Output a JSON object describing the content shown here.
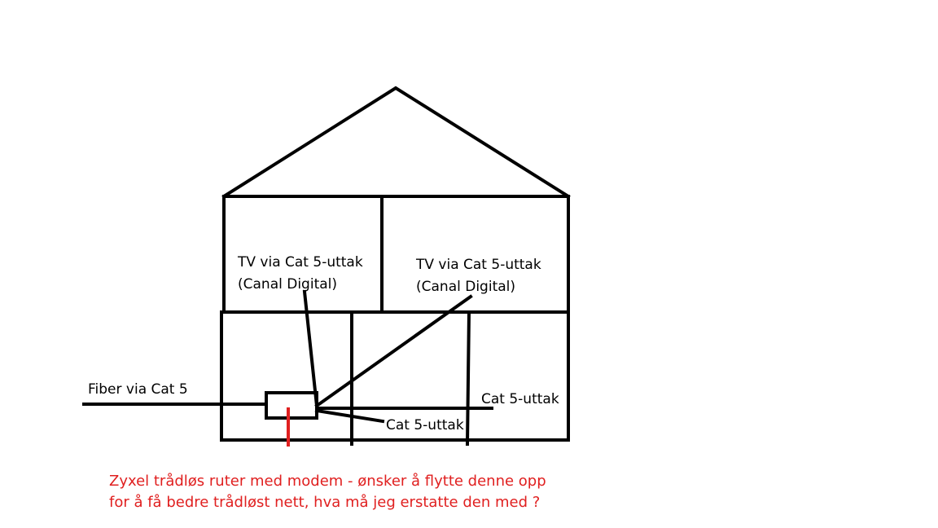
{
  "colors": {
    "line": "#000000",
    "note": "#e02020",
    "background": "#ffffff"
  },
  "labels": {
    "tv_left_line1": "TV via Cat 5-uttak",
    "tv_left_line2": "(Canal Digital)",
    "tv_right_line1": "TV via Cat 5-uttak",
    "tv_right_line2": "(Canal Digital)",
    "fiber": "Fiber via Cat 5",
    "cat5_right": "Cat 5-uttak",
    "cat5_mid": "Cat 5-uttak"
  },
  "note": {
    "line1": "Zyxel trådløs ruter med modem - ønsker å flytte denne opp",
    "line2": "for å få bedre trådløst nett, hva må jeg erstatte den med ?"
  }
}
